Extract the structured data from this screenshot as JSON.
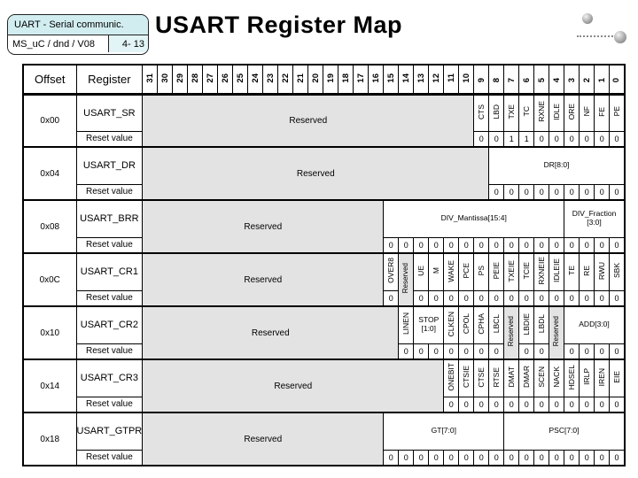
{
  "header": {
    "box_line1": "UART - Serial communic.",
    "box_line2": "MS_uC / dnd / V08",
    "page": "4- 13",
    "title": "USART Register Map"
  },
  "decor": {
    "sphere1": "sphere-bullet",
    "sphere2": "sphere-bullet",
    "dotted_line": "dotted-connector"
  },
  "colors": {
    "reserved_bg": "#e3e3e3",
    "infobox_bg": "#d2edf0",
    "border": "#000000",
    "background": "#ffffff"
  },
  "table": {
    "offset_header": "Offset",
    "register_header": "Register",
    "reset_label": "Reset value",
    "bit_numbers": [
      "31",
      "30",
      "29",
      "28",
      "27",
      "26",
      "25",
      "24",
      "23",
      "22",
      "21",
      "20",
      "19",
      "18",
      "17",
      "16",
      "15",
      "14",
      "13",
      "12",
      "11",
      "10",
      "9",
      "8",
      "7",
      "6",
      "5",
      "4",
      "3",
      "2",
      "1",
      "0"
    ],
    "rows": [
      {
        "offset": "0x00",
        "register": "USART_SR",
        "fields": [
          {
            "label": "Reserved",
            "span": 22,
            "reserved": true
          },
          {
            "label": "CTS",
            "span": 1,
            "reset": [
              "0"
            ]
          },
          {
            "label": "LBD",
            "span": 1,
            "reset": [
              "0"
            ]
          },
          {
            "label": "TXE",
            "span": 1,
            "reset": [
              "1"
            ]
          },
          {
            "label": "TC",
            "span": 1,
            "reset": [
              "1"
            ]
          },
          {
            "label": "RXNE",
            "span": 1,
            "reset": [
              "0"
            ]
          },
          {
            "label": "IDLE",
            "span": 1,
            "reset": [
              "0"
            ]
          },
          {
            "label": "ORE",
            "span": 1,
            "reset": [
              "0"
            ]
          },
          {
            "label": "NF",
            "span": 1,
            "reset": [
              "0"
            ]
          },
          {
            "label": "FE",
            "span": 1,
            "reset": [
              "0"
            ]
          },
          {
            "label": "PE",
            "span": 1,
            "reset": [
              "0"
            ]
          }
        ]
      },
      {
        "offset": "0x04",
        "register": "USART_DR",
        "fields": [
          {
            "label": "Reserved",
            "span": 23,
            "reserved": true
          },
          {
            "label": "DR[8:0]",
            "span": 9,
            "horizontal": true,
            "reset": [
              "0",
              "0",
              "0",
              "0",
              "0",
              "0",
              "0",
              "0",
              "0"
            ]
          }
        ]
      },
      {
        "offset": "0x08",
        "register": "USART_BRR",
        "fields": [
          {
            "label": "Reserved",
            "span": 16,
            "reserved": true
          },
          {
            "label": "DIV_Mantissa[15:4]",
            "span": 12,
            "horizontal": true,
            "reset": [
              "0",
              "0",
              "0",
              "0",
              "0",
              "0",
              "0",
              "0",
              "0",
              "0",
              "0",
              "0"
            ]
          },
          {
            "label": "DIV_Fraction [3:0]",
            "span": 4,
            "horizontal": true,
            "reset": [
              "0",
              "0",
              "0",
              "0"
            ]
          }
        ]
      },
      {
        "offset": "0x0C",
        "register": "USART_CR1",
        "fields": [
          {
            "label": "Reserved",
            "span": 16,
            "reserved": true
          },
          {
            "label": "OVER8",
            "span": 1,
            "reset": [
              "0"
            ]
          },
          {
            "label": "Reserved",
            "span": 1,
            "reserved": true
          },
          {
            "label": "UE",
            "span": 1,
            "reset": [
              "0"
            ]
          },
          {
            "label": "M",
            "span": 1,
            "reset": [
              "0"
            ]
          },
          {
            "label": "WAKE",
            "span": 1,
            "reset": [
              "0"
            ]
          },
          {
            "label": "PCE",
            "span": 1,
            "reset": [
              "0"
            ]
          },
          {
            "label": "PS",
            "span": 1,
            "reset": [
              "0"
            ]
          },
          {
            "label": "PEIE",
            "span": 1,
            "reset": [
              "0"
            ]
          },
          {
            "label": "TXEIE",
            "span": 1,
            "reset": [
              "0"
            ]
          },
          {
            "label": "TCIE",
            "span": 1,
            "reset": [
              "0"
            ]
          },
          {
            "label": "RXNEIE",
            "span": 1,
            "reset": [
              "0"
            ]
          },
          {
            "label": "IDLEIE",
            "span": 1,
            "reset": [
              "0"
            ]
          },
          {
            "label": "TE",
            "span": 1,
            "reset": [
              "0"
            ]
          },
          {
            "label": "RE",
            "span": 1,
            "reset": [
              "0"
            ]
          },
          {
            "label": "RWU",
            "span": 1,
            "reset": [
              "0"
            ]
          },
          {
            "label": "SBK",
            "span": 1,
            "reset": [
              "0"
            ]
          }
        ]
      },
      {
        "offset": "0x10",
        "register": "USART_CR2",
        "fields": [
          {
            "label": "Reserved",
            "span": 17,
            "reserved": true
          },
          {
            "label": "LINEN",
            "span": 1,
            "reset": [
              "0"
            ]
          },
          {
            "label": "STOP [1:0]",
            "span": 2,
            "horizontal": true,
            "reset": [
              "0",
              "0"
            ]
          },
          {
            "label": "CLKEN",
            "span": 1,
            "reset": [
              "0"
            ]
          },
          {
            "label": "CPOL",
            "span": 1,
            "reset": [
              "0"
            ]
          },
          {
            "label": "CPHA",
            "span": 1,
            "reset": [
              "0"
            ]
          },
          {
            "label": "LBCL",
            "span": 1,
            "reset": [
              "0"
            ]
          },
          {
            "label": "Reserved",
            "span": 1,
            "reserved": true
          },
          {
            "label": "LBDIE",
            "span": 1,
            "reset": [
              "0"
            ]
          },
          {
            "label": "LBDL",
            "span": 1,
            "reset": [
              "0"
            ]
          },
          {
            "label": "Reserved",
            "span": 1,
            "reserved": true
          },
          {
            "label": "ADD[3:0]",
            "span": 4,
            "horizontal": true,
            "reset": [
              "0",
              "0",
              "0",
              "0"
            ]
          }
        ]
      },
      {
        "offset": "0x14",
        "register": "USART_CR3",
        "fields": [
          {
            "label": "Reserved",
            "span": 20,
            "reserved": true
          },
          {
            "label": "ONEBIT",
            "span": 1,
            "reset": [
              "0"
            ]
          },
          {
            "label": "CTSIE",
            "span": 1,
            "reset": [
              "0"
            ]
          },
          {
            "label": "CTSE",
            "span": 1,
            "reset": [
              "0"
            ]
          },
          {
            "label": "RTSE",
            "span": 1,
            "reset": [
              "0"
            ]
          },
          {
            "label": "DMAT",
            "span": 1,
            "reset": [
              "0"
            ]
          },
          {
            "label": "DMAR",
            "span": 1,
            "reset": [
              "0"
            ]
          },
          {
            "label": "SCEN",
            "span": 1,
            "reset": [
              "0"
            ]
          },
          {
            "label": "NACK",
            "span": 1,
            "reset": [
              "0"
            ]
          },
          {
            "label": "HDSEL",
            "span": 1,
            "reset": [
              "0"
            ]
          },
          {
            "label": "IRLP",
            "span": 1,
            "reset": [
              "0"
            ]
          },
          {
            "label": "IREN",
            "span": 1,
            "reset": [
              "0"
            ]
          },
          {
            "label": "EIE",
            "span": 1,
            "reset": [
              "0"
            ]
          }
        ]
      },
      {
        "offset": "0x18",
        "register": "USART_GTPR",
        "fields": [
          {
            "label": "Reserved",
            "span": 16,
            "reserved": true
          },
          {
            "label": "GT[7:0]",
            "span": 8,
            "horizontal": true,
            "reset": [
              "0",
              "0",
              "0",
              "0",
              "0",
              "0",
              "0",
              "0"
            ]
          },
          {
            "label": "PSC[7:0]",
            "span": 8,
            "horizontal": true,
            "reset": [
              "0",
              "0",
              "0",
              "0",
              "0",
              "0",
              "0",
              "0"
            ]
          }
        ]
      }
    ]
  }
}
